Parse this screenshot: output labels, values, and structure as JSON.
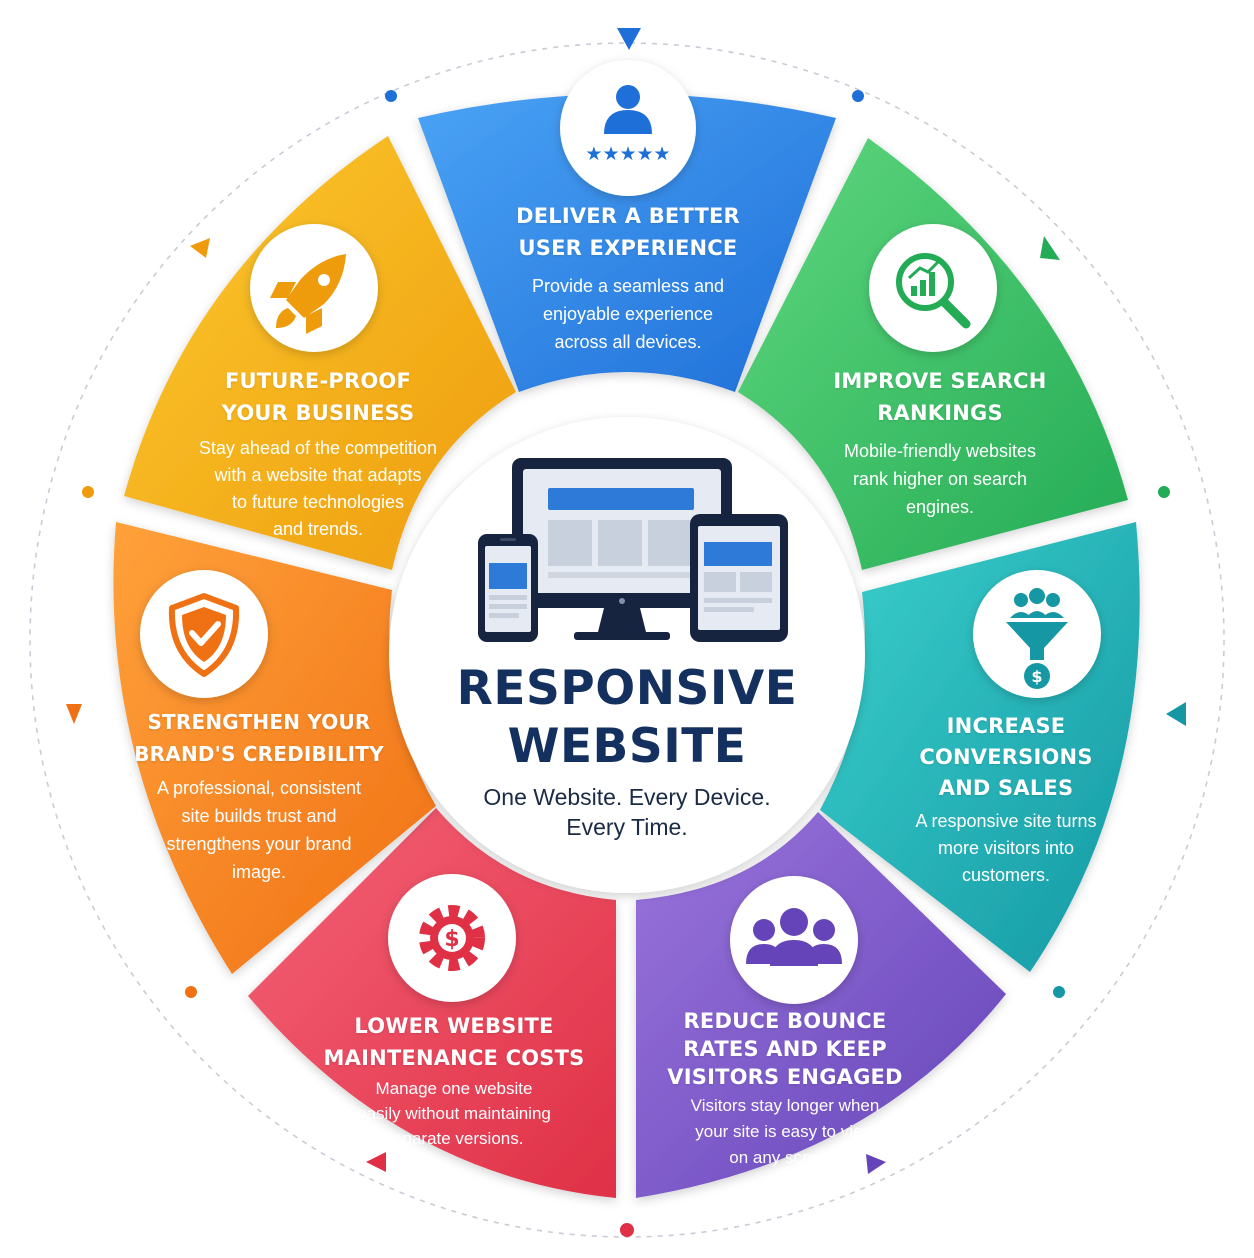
{
  "center": {
    "title_lines": [
      "RESPONSIVE",
      "WEBSITE"
    ],
    "tagline_lines": [
      "One Website. Every Device.",
      "Every Time."
    ]
  },
  "segments": [
    {
      "id": "user-experience",
      "icon": "user-rating-icon",
      "color": "#2f86e8",
      "title_lines": [
        "DELIVER A BETTER",
        "USER EXPERIENCE"
      ],
      "desc_lines": [
        "Provide a seamless and",
        "enjoyable experience",
        "across all devices."
      ]
    },
    {
      "id": "search-rankings",
      "icon": "search-analytics-icon",
      "color": "#3dbf63",
      "title_lines": [
        "IMPROVE SEARCH",
        "RANKINGS"
      ],
      "desc_lines": [
        "Mobile-friendly websites",
        "rank higher on search",
        "engines."
      ]
    },
    {
      "id": "conversions",
      "icon": "sales-funnel-icon",
      "color": "#1fb0b0",
      "title_lines": [
        "INCREASE",
        "CONVERSIONS",
        "AND SALES"
      ],
      "desc_lines": [
        "A responsive site turns",
        "more visitors into",
        "customers."
      ]
    },
    {
      "id": "bounce-rates",
      "icon": "users-group-icon",
      "color": "#7b55c7",
      "title_lines": [
        "REDUCE BOUNCE",
        "RATES AND KEEP",
        "VISITORS ENGAGED"
      ],
      "desc_lines": [
        "Visitors stay longer when",
        "your site is easy to view",
        "on any screen."
      ]
    },
    {
      "id": "maintenance",
      "icon": "dollar-gear-icon",
      "color": "#ec4a5c",
      "title_lines": [
        "LOWER WEBSITE",
        "MAINTENANCE COSTS"
      ],
      "desc_lines": [
        "Manage one website",
        "easily without maintaining",
        "separate versions."
      ]
    },
    {
      "id": "credibility",
      "icon": "shield-check-icon",
      "color": "#f7871a",
      "title_lines": [
        "STRENGTHEN YOUR",
        "BRAND'S CREDIBILITY"
      ],
      "desc_lines": [
        "A professional, consistent",
        "site builds trust and",
        "strengthens your brand",
        "image."
      ]
    },
    {
      "id": "future-proof",
      "icon": "rocket-icon",
      "color": "#f3ae14",
      "title_lines": [
        "FUTURE-PROOF",
        "YOUR BUSINESS"
      ],
      "desc_lines": [
        "Stay ahead of the competition",
        "with a website that adapts",
        "to future technologies",
        "and trends."
      ]
    }
  ]
}
